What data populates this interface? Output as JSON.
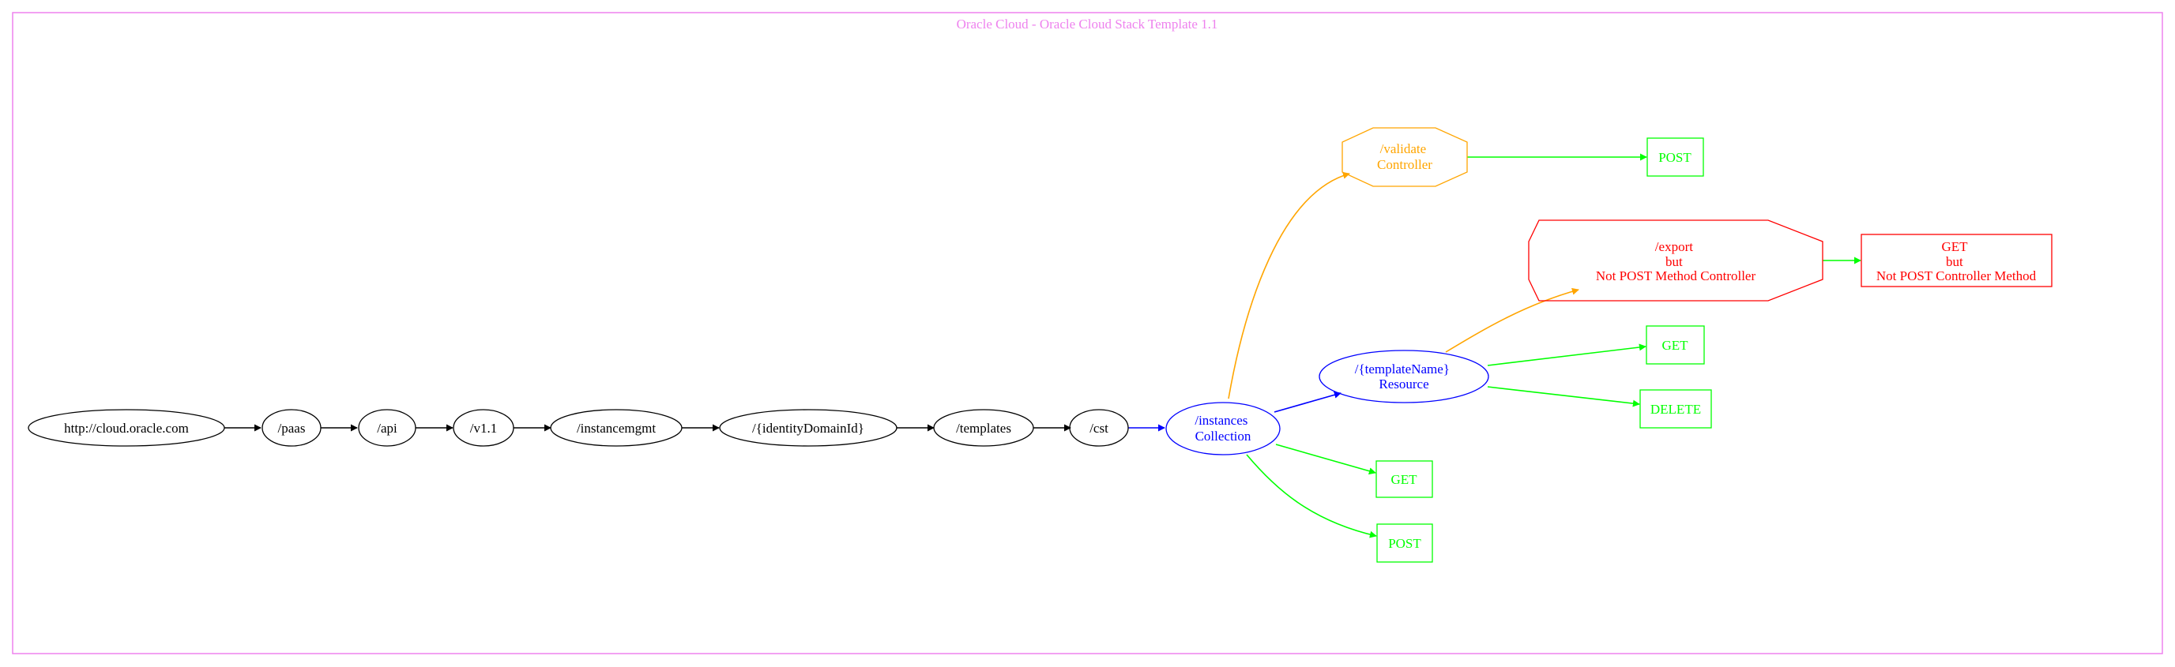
{
  "title": "Oracle Cloud - Oracle Cloud Stack Template 1.1",
  "colors": {
    "frame": "#ee82ee",
    "default": "#000000",
    "collection": "#0000ff",
    "controller": "#ffa500",
    "anomaly": "#ff0000",
    "method": "#00ff00"
  },
  "nodes": {
    "root": {
      "lines": [
        "http://cloud.oracle.com"
      ]
    },
    "paas": {
      "lines": [
        "/paas"
      ]
    },
    "api": {
      "lines": [
        "/api"
      ]
    },
    "v11": {
      "lines": [
        "/v1.1"
      ]
    },
    "instancemgmt": {
      "lines": [
        "/instancemgmt"
      ]
    },
    "identitydomainid": {
      "lines": [
        "/{identityDomainId}"
      ]
    },
    "templates": {
      "lines": [
        "/templates"
      ]
    },
    "cst": {
      "lines": [
        "/cst"
      ]
    },
    "instances": {
      "lines": [
        "/instances",
        "Collection"
      ]
    },
    "validate": {
      "lines": [
        "/validate",
        "Controller"
      ]
    },
    "validate_post": {
      "lines": [
        "POST"
      ]
    },
    "export": {
      "lines": [
        "/export",
        "but",
        "Not POST Method Controller"
      ]
    },
    "export_get": {
      "lines": [
        "GET",
        "but",
        "Not POST Controller Method"
      ]
    },
    "templatename": {
      "lines": [
        "/{templateName}",
        "Resource"
      ]
    },
    "templatename_get": {
      "lines": [
        "GET"
      ]
    },
    "templatename_delete": {
      "lines": [
        "DELETE"
      ]
    },
    "instances_get": {
      "lines": [
        "GET"
      ]
    },
    "instances_post": {
      "lines": [
        "POST"
      ]
    }
  }
}
